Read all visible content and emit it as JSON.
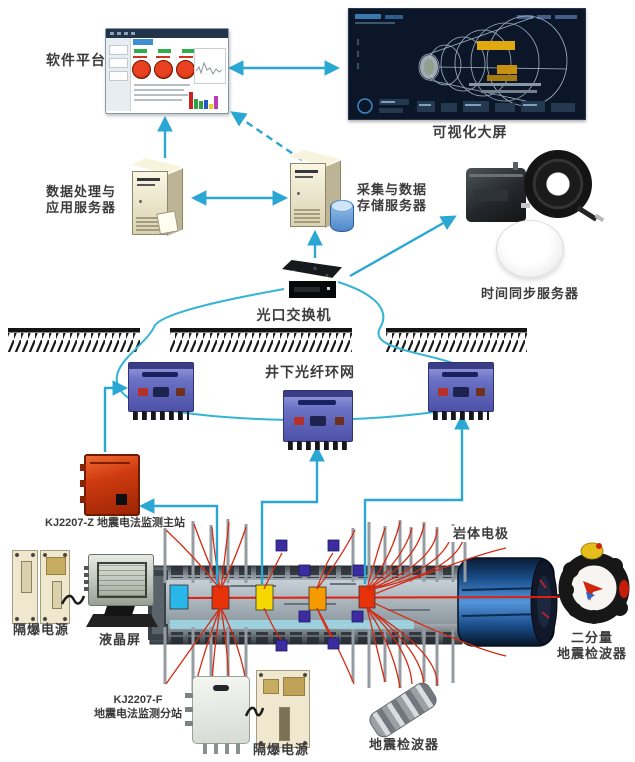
{
  "colors": {
    "arrow": "#2aa7d2",
    "ring_loop": "#35b4d6",
    "label_text": "#3c3c3c",
    "device_purple": "#5a60b4",
    "station_red": "#c8380e",
    "screen_bg": "#0b1728"
  },
  "nodes": {
    "software_platform": {
      "label": "软件平台"
    },
    "visual_screen": {
      "label": "可视化大屏"
    },
    "data_app_server": {
      "label_line1": "数据处理与",
      "label_line2": "应用服务器"
    },
    "collect_storage_server": {
      "label_line1": "采集与数据",
      "label_line2": "存储服务器"
    },
    "time_sync_server": {
      "label": "时间同步服务器"
    },
    "optical_switch": {
      "label": "光口交换机"
    },
    "fiber_ring": {
      "label": "井下光纤环网"
    },
    "main_station": {
      "label": "KJ2207-Z 地震电法监测主站"
    },
    "rock_electrode": {
      "label": "岩体电极"
    },
    "flameproof_power_left": {
      "label": "隔爆电源"
    },
    "lcd_screen": {
      "label": "液晶屏"
    },
    "substation": {
      "label_line1": "KJ2207-F",
      "label_line2": "地震电法监测分站"
    },
    "flameproof_power_bottom": {
      "label": "隔爆电源"
    },
    "seismic_geophone": {
      "label": "地震检波器"
    },
    "two_component_geophone": {
      "label_line1": "二分量",
      "label_line2": "地震检波器"
    }
  }
}
